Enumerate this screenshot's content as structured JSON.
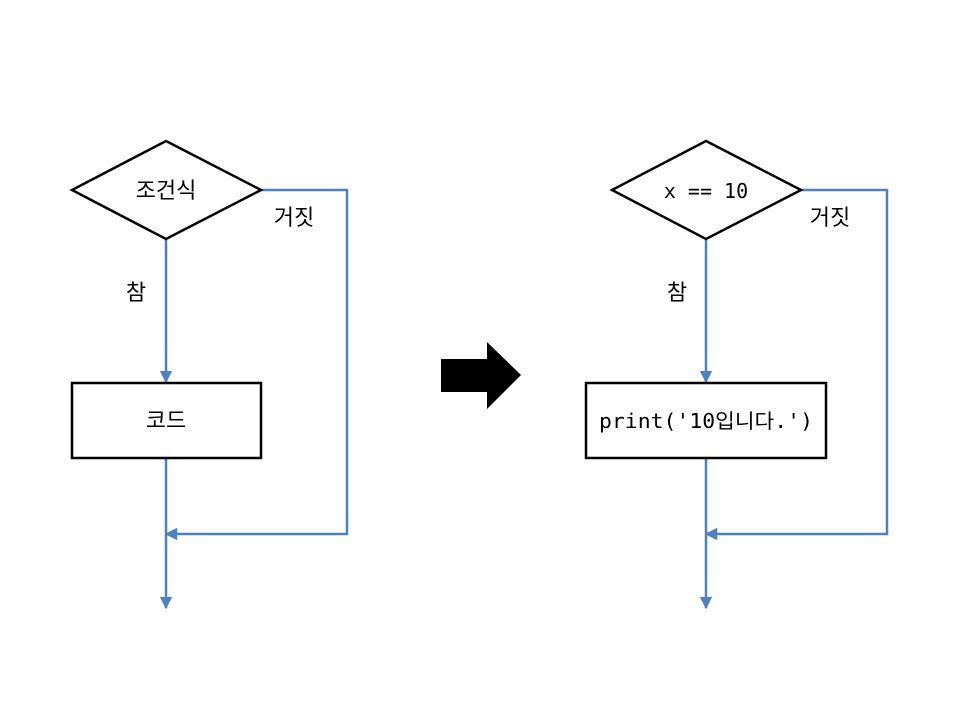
{
  "left_flowchart": {
    "condition": "조건식",
    "true_label": "참",
    "false_label": "거짓",
    "body": "코드"
  },
  "right_flowchart": {
    "condition": "x == 10",
    "true_label": "참",
    "false_label": "거짓",
    "body": "print('10입니다.')"
  },
  "colors": {
    "flow_line": "#4f81bd",
    "shape_border": "#000000",
    "transform_arrow": "#000000"
  },
  "transform_arrow": "right-arrow-icon"
}
